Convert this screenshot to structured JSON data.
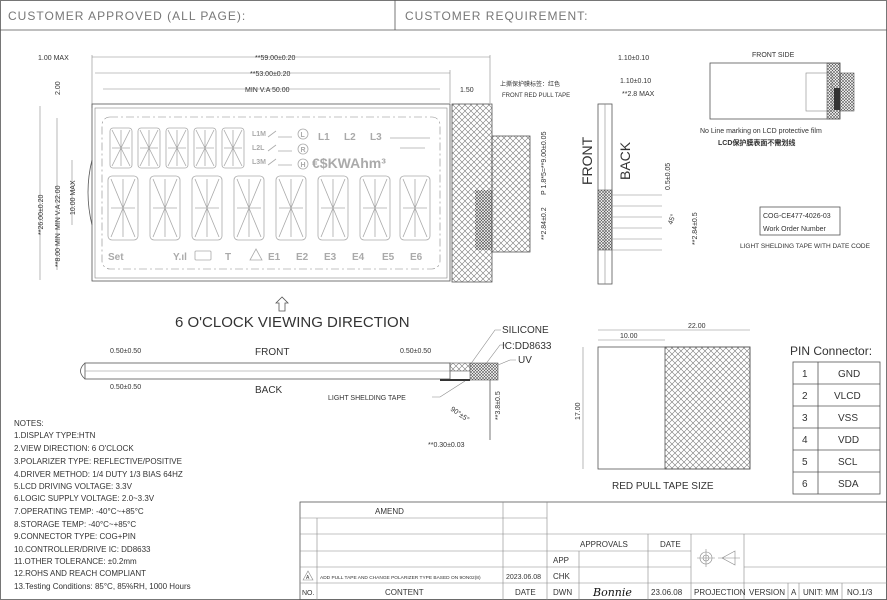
{
  "header": {
    "customer_approved": "CUSTOMER  APPROVED  (ALL  PAGE):",
    "customer_requirement": "CUSTOMER  REQUIREMENT:"
  },
  "front_view": {
    "dim_overall_width": "**59.00±0.20",
    "dim_glass_width": "**53.00±0.20",
    "dim_va_width": "MIN V.A 50.00",
    "dim_left_max": "1.00 MAX",
    "dim_top": "2.00",
    "dim_right": "1.50",
    "dim_height": "**26.00±0.20",
    "dim_va_height": "MIN V.A 22.00",
    "dim_bump": "10.00 MAX",
    "dim_bottom": "**8.00 MIN",
    "dim_pitch": "P 1.8*5=**9.00±0.05",
    "dim_pin_offset": "**2.84±0.2",
    "tape_label_cn": "上撕保护膜标签：红色",
    "tape_label": "FRONT RED PULL TAPE",
    "viewing_direction": "6 O'CLOCK VIEWING DIRECTION",
    "segments": {
      "sw_labels": [
        "L1M",
        "L2L",
        "L3M"
      ],
      "circles": [
        "L",
        "R",
        "H"
      ],
      "phases": [
        "L1",
        "L2",
        "L3"
      ],
      "units": "€$KWAhm³",
      "bottom": [
        "Set",
        "T",
        "E1",
        "E2",
        "E3",
        "E4",
        "E5",
        "E6"
      ]
    }
  },
  "side_view": {
    "dim_1": "1.10±0.10",
    "dim_2": "1.10±0.10",
    "dim_3": "**2.8 MAX",
    "front": "FRONT",
    "back": "BACK",
    "dim_pin_width": "0.5±0.05",
    "dim_angle": "45°",
    "dim_pin_offset": "**2.84±0.5"
  },
  "front_side": {
    "title": "FRONT SIDE",
    "note": "No Line marking on LCD protective film",
    "note_cn": "LCD保护膜表面不需划线"
  },
  "work_order": {
    "code": "COG-CE477-4026-03",
    "label": "Work Order Number",
    "caption": "LIGHT SHELDING TAPE WITH DATE CODE"
  },
  "section_view": {
    "front": "FRONT",
    "back": "BACK",
    "dim_left_top": "0.50±0.50",
    "dim_left_bottom": "0.50±0.50",
    "dim_right_top": "0.50±0.50",
    "silicone": "SILICONE",
    "ic": "IC:DD8633",
    "uv": "UV",
    "light_tape": "LIGHT SHELDING TAPE",
    "dim_angle": "90°±5°",
    "dim_pin_len": "**3.8±0.5",
    "dim_pin_thk": "**0.30±0.03"
  },
  "pull_tape": {
    "dim_width": "22.00",
    "dim_inner": "10.00",
    "dim_height": "17.00",
    "caption": "RED PULL TAPE SIZE"
  },
  "pin_connector": {
    "title": "PIN Connector:",
    "rows": [
      {
        "pin": "1",
        "name": "GND"
      },
      {
        "pin": "2",
        "name": "VLCD"
      },
      {
        "pin": "3",
        "name": "VSS"
      },
      {
        "pin": "4",
        "name": "VDD"
      },
      {
        "pin": "5",
        "name": "SCL"
      },
      {
        "pin": "6",
        "name": "SDA"
      }
    ]
  },
  "notes": {
    "title": "NOTES:",
    "items": [
      "1.DISPLAY TYPE:HTN",
      "2.VIEW DIRECTION: 6 O'CLOCK",
      "3.POLARIZER TYPE: REFLECTIVE/POSITIVE",
      "4.DRIVER METHOD: 1/4 DUTY 1/3 BIAS 64HZ",
      "5.LCD DRIVING VOLTAGE: 3.3V",
      "6.LOGIC SUPPLY VOLTAGE: 2.0~3.3V",
      "7.OPERATING TEMP: -40°C~+85°C",
      "8.STORAGE TEMP: -40°C~+85°C",
      "9.CONNECTOR TYPE: COG+PIN",
      "10.CONTROLLER/DRIVE IC: DD8633",
      "11.OTHER TOLERANCE: ±0.2mm",
      "12.ROHS AND REACH COMPLIANT",
      "13.Testing Conditions: 85°C, 85%RH, 1000 Hours"
    ]
  },
  "title_block": {
    "amend": "AMEND",
    "rev_mark": "A",
    "rev_content": "ADD PULL TAPE AND CHANGE POLARIZER TYPE BASED ON 9ON02(8)",
    "rev_date": "2023.06.08",
    "col_no": "NO.",
    "col_content": "CONTENT",
    "col_date": "DATE",
    "approvals": "APPROVALS",
    "approvals_date": "DATE",
    "app": "APP",
    "chk": "CHK",
    "dwn": "DWN",
    "dwn_signature": "Bonnie",
    "dwn_date": "23.06.08",
    "projection": "PROJECTION",
    "version_label": "VERSION",
    "version": "A",
    "unit": "UNIT: MM",
    "sheet": "NO.1/3"
  }
}
